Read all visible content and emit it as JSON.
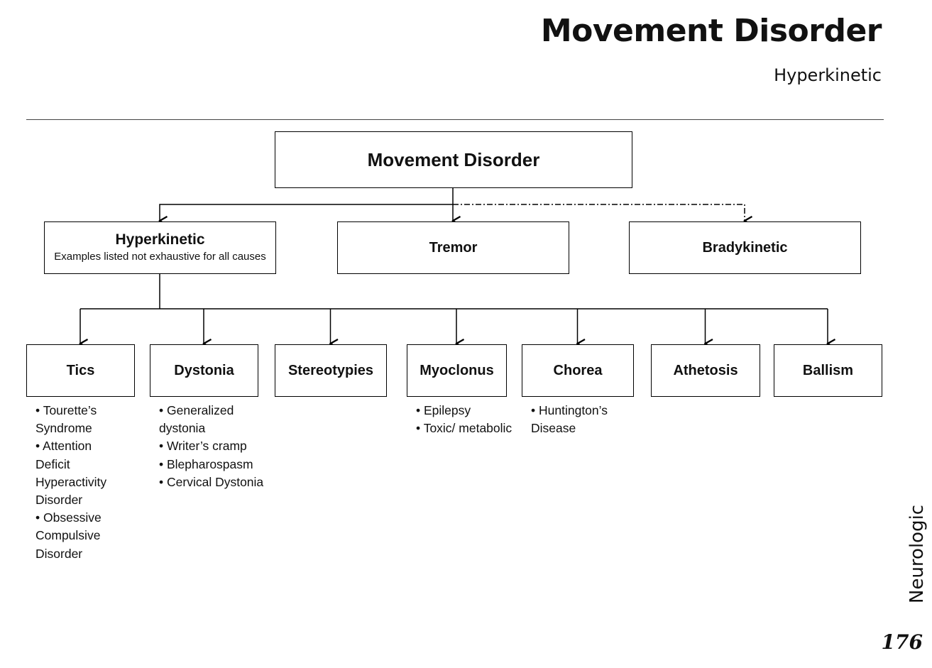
{
  "header": {
    "title": "Movement Disorder",
    "subtitle": "Hyperkinetic"
  },
  "diagram": {
    "root": "Movement Disorder",
    "level1": [
      {
        "label": "Hyperkinetic",
        "note": "Examples listed not exhaustive for all causes",
        "link": "solid"
      },
      {
        "label": "Tremor",
        "link": "solid"
      },
      {
        "label": "Bradykinetic",
        "link": "dash-dot"
      }
    ],
    "children": [
      {
        "label": "Tics",
        "examples": [
          "Tourette’s Syndrome",
          "Attention Deficit Hyperactivity Disorder",
          "Obsessive Compulsive Disorder"
        ]
      },
      {
        "label": "Dystonia",
        "examples": [
          "Generalized dystonia",
          "Writer’s cramp",
          "Blepharospasm",
          "Cervical Dystonia"
        ]
      },
      {
        "label": "Stereotypies",
        "examples": []
      },
      {
        "label": "Myoclonus",
        "examples": [
          "Epilepsy",
          "Toxic/ metabolic"
        ]
      },
      {
        "label": "Chorea",
        "examples": [
          "Huntington’s Disease"
        ]
      },
      {
        "label": "Athetosis",
        "examples": []
      },
      {
        "label": "Ballism",
        "examples": []
      }
    ]
  },
  "footer": {
    "section": "Neurologic",
    "page_number": "176"
  }
}
